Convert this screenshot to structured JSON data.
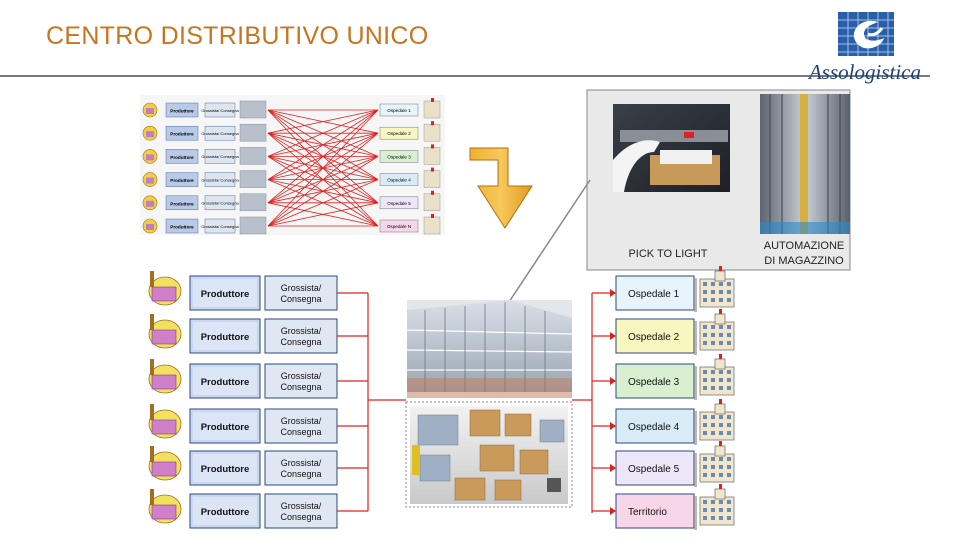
{
  "slide": {
    "title": "CENTRO DISTRIBUTIVO UNICO"
  },
  "logo": {
    "text": "Assologistica",
    "icon": "assologistica-globe-icon",
    "color": "#1b3f7a"
  },
  "small_diagram": {
    "producer_label": "Produttore",
    "wholesaler_label": "Grossista/ Consegna",
    "hospitals": [
      "Ospedale 1",
      "Ospedale 2",
      "Ospedale 3",
      "Ospedale 4",
      "Ospedale 5",
      "Ospedale N"
    ]
  },
  "large_diagram": {
    "producer_label": "Produttore",
    "wholesaler_line1": "Grossista/",
    "wholesaler_line2": "Consegna",
    "destinations": [
      "Ospedale 1",
      "Ospedale 2",
      "Ospedale 3",
      "Ospedale 4",
      "Ospedale 5",
      "Territorio"
    ]
  },
  "photos": {
    "pick_caption": "PICK TO LIGHT",
    "auto_caption_line1": "AUTOMAZIONE",
    "auto_caption_line2": "DI MAGAZZINO"
  },
  "colors": {
    "title": "#c8741c",
    "arrow": "#f5a623",
    "connector": "#e02020"
  }
}
